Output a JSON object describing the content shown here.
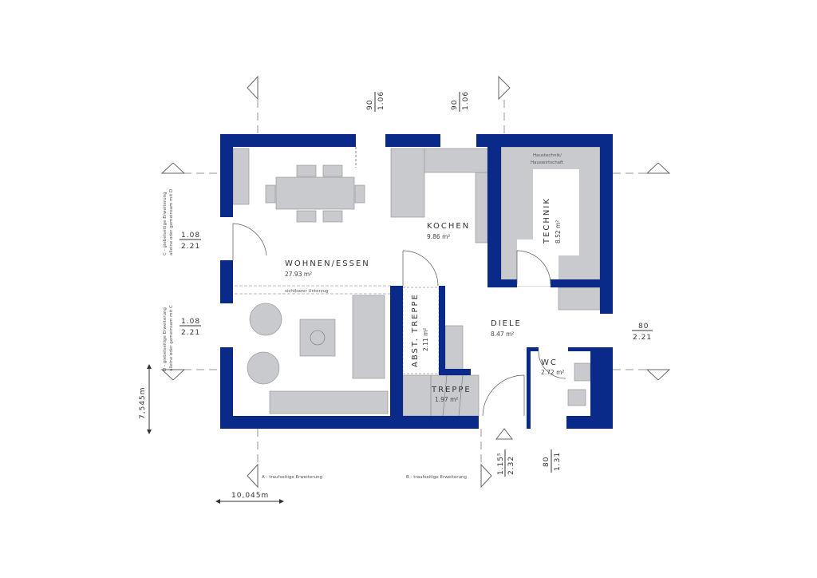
{
  "colors": {
    "wall": "#0a2a8a",
    "furniture": "#c8cacd",
    "line": "#888888"
  },
  "rooms": {
    "wohnen": {
      "name": "WOHNEN/ESSEN",
      "area": "27.93 m²"
    },
    "kochen": {
      "name": "KOCHEN",
      "area": "9.86 m²"
    },
    "technik": {
      "name": "TECHNIK",
      "area": "8.52 m²",
      "note1": "Haustechnik/",
      "note2": "Hauswirtschaft"
    },
    "diele": {
      "name": "DIELE",
      "area": "8.47 m²"
    },
    "wc": {
      "name": "WC",
      "area": "2.72 m²"
    },
    "abst": {
      "name": "ABST. TREPPE",
      "area": "2.11 m²"
    },
    "treppe": {
      "name": "TREPPE",
      "area": "1.97 m²"
    },
    "unterzug": "sichtbarer Unterzug"
  },
  "dimensions": {
    "top1": {
      "a": "90",
      "b": "1.06"
    },
    "top2": {
      "a": "90",
      "b": "1.06"
    },
    "left1": {
      "a": "1.08",
      "b": "2.21"
    },
    "left2": {
      "a": "1.08",
      "b": "2.21"
    },
    "right": {
      "a": "80",
      "b": "2.21"
    },
    "bottom1": {
      "a": "1.15⁵",
      "b": "2.32"
    },
    "bottom2": {
      "a": "80",
      "b": "1.31"
    },
    "height": "7,545m",
    "width": "10,045m"
  },
  "extensions": {
    "A": "A - traufseitige Erweiterung",
    "B": "B - traufseitige Erweiterung",
    "C1": "C - giebelseitige Erweiterung",
    "C2": "alleine oder gemeinsam mit D",
    "D1": "D - giebelseitige Erweiterung",
    "D2": "alleine oder gemeinsam mit C"
  }
}
